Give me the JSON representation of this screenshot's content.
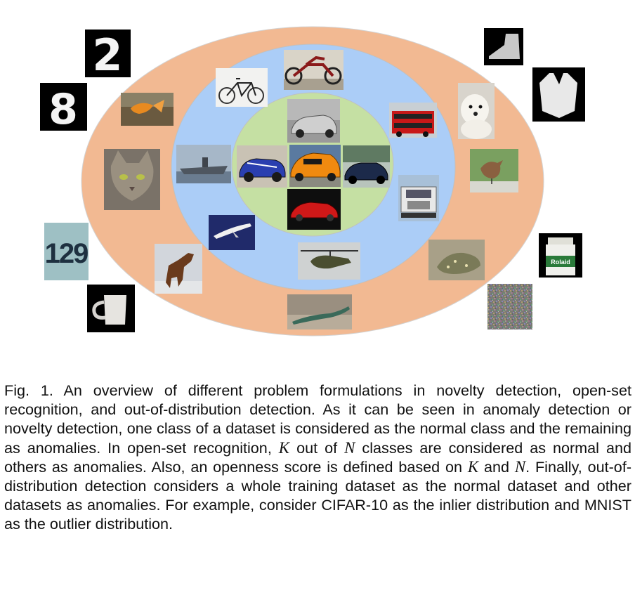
{
  "figure": {
    "colors": {
      "outer_ring": "#f2b992",
      "middle_ring": "#abcdf7",
      "inner_ring": "#c5e0a3",
      "ring_edge": "#d2d2d2"
    },
    "inner_samples": [
      "sports-car-icon",
      "convertible-car-icon",
      "orange-supercar-icon",
      "dark-sedan-icon",
      "red-coupe-icon"
    ],
    "middle_samples": [
      "motorcycle-icon",
      "bicycle-icon",
      "aircraft-carrier-icon",
      "airliner-icon",
      "helicopter-icon",
      "double-decker-bus-icon",
      "semi-truck-icon",
      "horse-icon",
      "lizard-icon",
      "frog-icon"
    ],
    "outer_samples": [
      "goldfish-icon",
      "cat-icon",
      "puppy-icon",
      "small-bird-icon"
    ],
    "outside_samples": [
      "mnist-digit-2-icon",
      "mnist-digit-8-icon",
      "svhn-digits-icon",
      "coffee-mug-icon",
      "fashion-shoe-icon",
      "fashion-shirt-icon",
      "pill-bottle-icon",
      "noise-image-icon"
    ],
    "mnist_digits": [
      "2",
      "8"
    ],
    "svhn_text": "129",
    "bottle_label_text": "Rolaid"
  },
  "caption": {
    "label": "Fig. 1.",
    "part1": " An overview of different problem formulations in novelty detection, open-set recognition, and out-of-distribution detection. As it can be seen in anomaly detection or novelty detection, one class of a dataset is considered as the normal class and the remaining as anomalies. In open-set recognition, ",
    "var_k": "K",
    "part2": " out of ",
    "var_n": "N",
    "part3": " classes are considered as normal and others as anomalies. Also, an openness score is defined based on ",
    "part4": " and ",
    "part5": ". Finally, out-of-distribution detection considers a whole training dataset as the normal dataset and other datasets as anomalies. For example, consider CIFAR-10 as the inlier distribution and MNIST as the outlier distribution."
  }
}
